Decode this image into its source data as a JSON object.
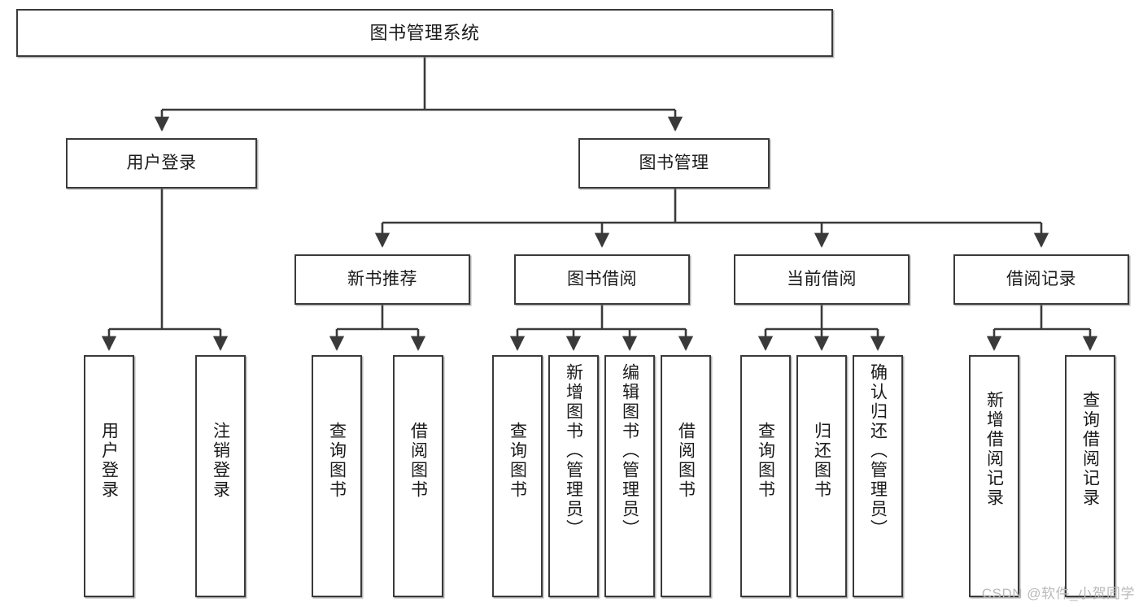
{
  "diagram": {
    "title": "图书管理系统",
    "type": "hierarchy-tree",
    "root": {
      "id": "root",
      "label": "图书管理系统"
    },
    "level2": [
      {
        "id": "user-login",
        "label": "用户登录"
      },
      {
        "id": "book-management",
        "label": "图书管理"
      }
    ],
    "level3": [
      {
        "id": "new-book-recommend",
        "label": "新书推荐",
        "parent": "book-management"
      },
      {
        "id": "book-borrow",
        "label": "图书借阅",
        "parent": "book-management"
      },
      {
        "id": "current-borrow",
        "label": "当前借阅",
        "parent": "book-management"
      },
      {
        "id": "borrow-record",
        "label": "借阅记录",
        "parent": "book-management"
      }
    ],
    "leaves": {
      "user-login": [
        {
          "id": "leaf-user-login",
          "label": "用户登录"
        },
        {
          "id": "leaf-logout",
          "label": "注销登录"
        }
      ],
      "new-book-recommend": [
        {
          "id": "leaf-query-book-1",
          "label": "查询图书"
        },
        {
          "id": "leaf-borrow-book-1",
          "label": "借阅图书"
        }
      ],
      "book-borrow": [
        {
          "id": "leaf-query-book-2",
          "label": "查询图书"
        },
        {
          "id": "leaf-add-book",
          "label": "新增图书（管理员）"
        },
        {
          "id": "leaf-edit-book",
          "label": "编辑图书（管理员）"
        },
        {
          "id": "leaf-borrow-book-2",
          "label": "借阅图书"
        }
      ],
      "current-borrow": [
        {
          "id": "leaf-query-book-3",
          "label": "查询图书"
        },
        {
          "id": "leaf-return-book",
          "label": "归还图书"
        },
        {
          "id": "leaf-confirm-return",
          "label": "确认归还（管理员）"
        }
      ],
      "borrow-record": [
        {
          "id": "leaf-add-record",
          "label": "新增借阅记录"
        },
        {
          "id": "leaf-query-record",
          "label": "查询借阅记录"
        }
      ]
    },
    "colors": {
      "stroke": "#3a3a3a",
      "fill": "#ffffff",
      "text": "#1a1a1a",
      "watermark": "#b9b9b9"
    }
  },
  "watermark": {
    "text": "CSDN @软件_小贺同学"
  }
}
